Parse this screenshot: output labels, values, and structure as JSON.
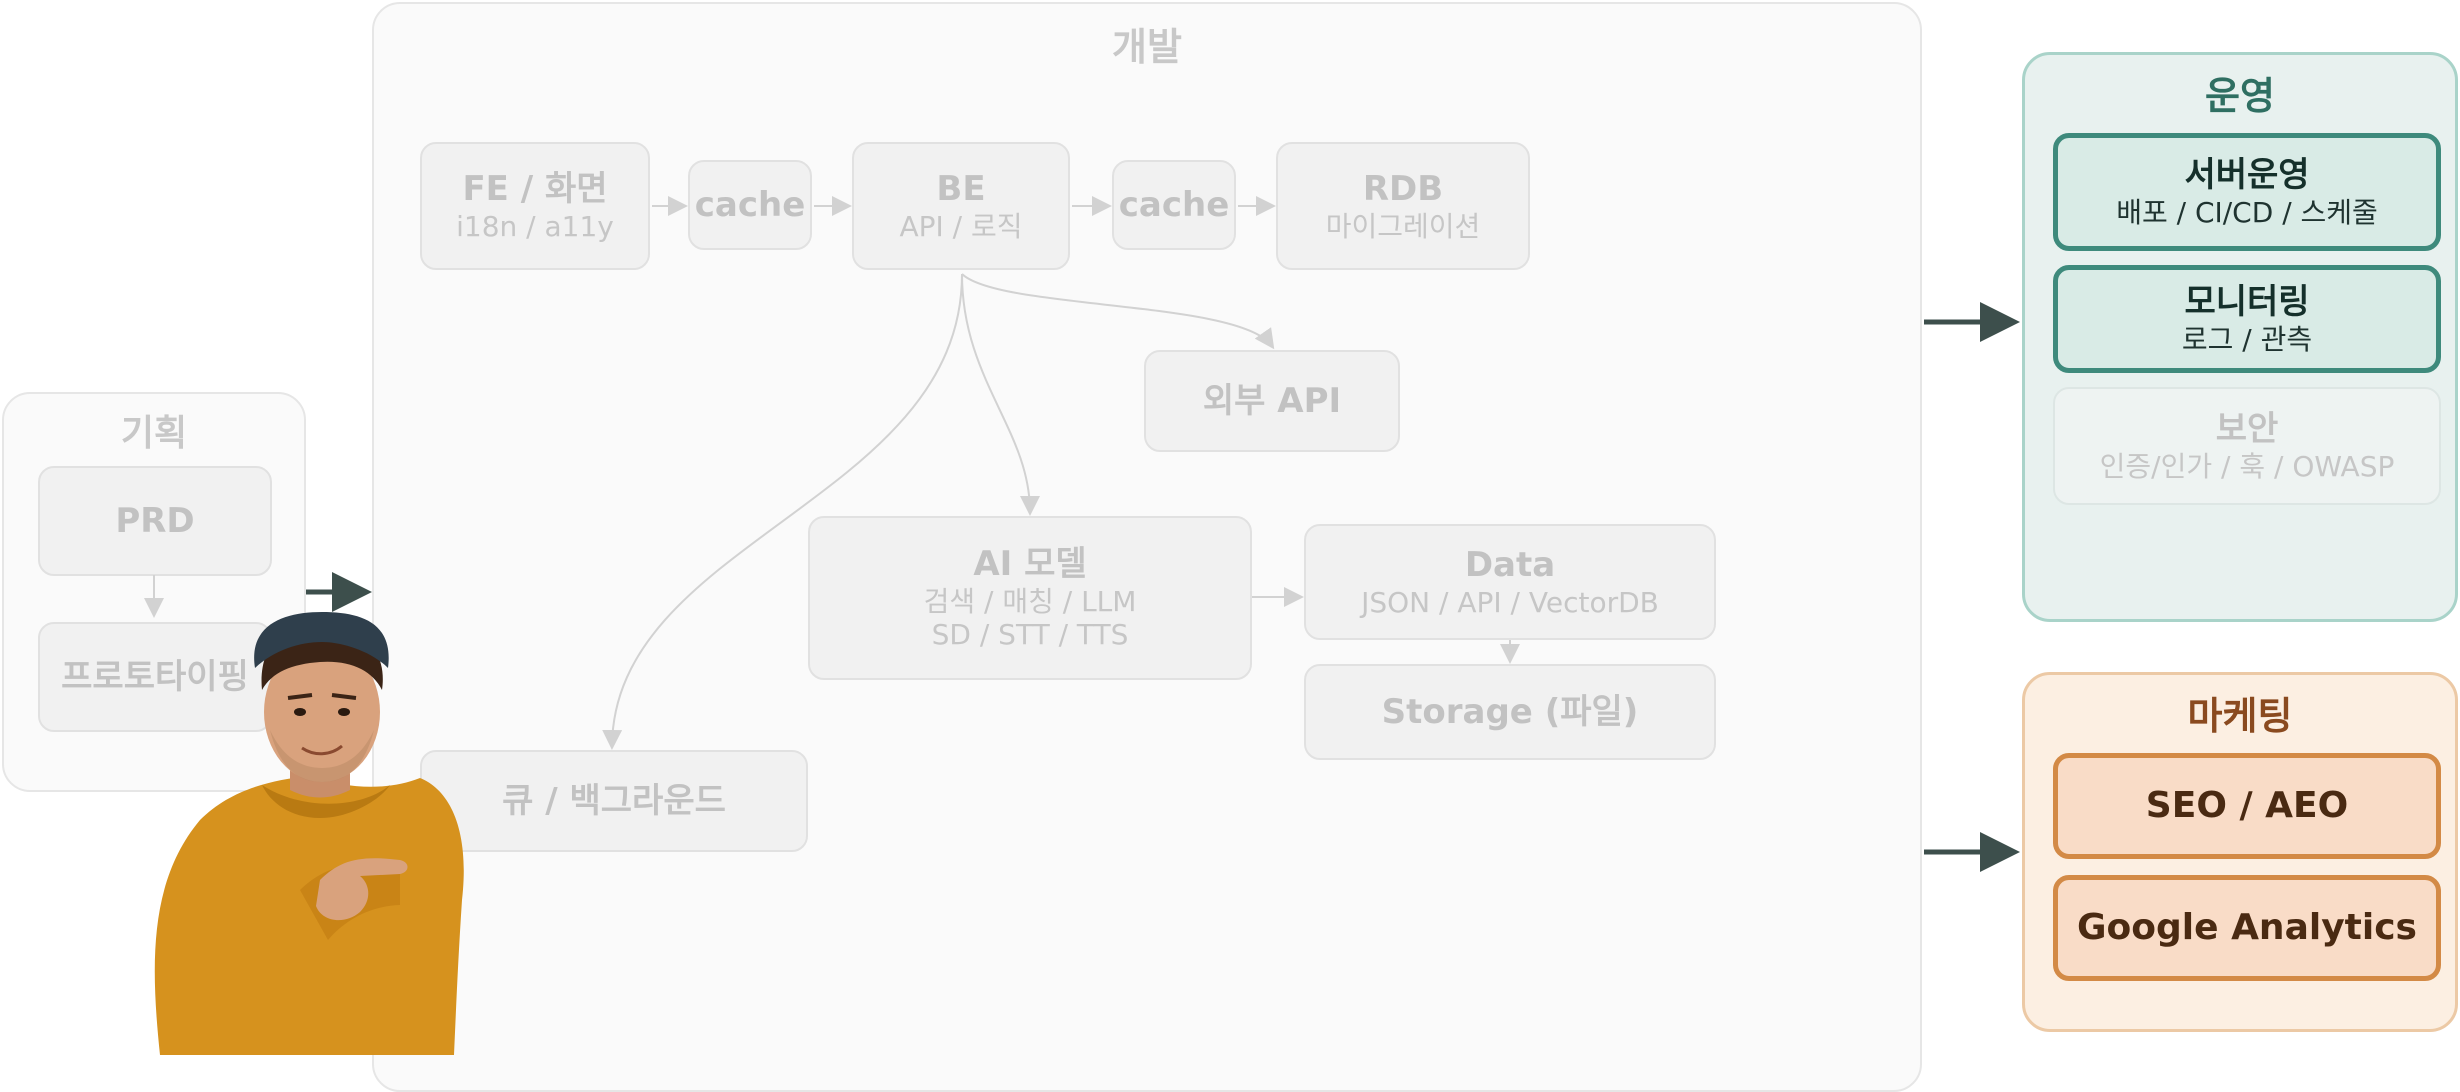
{
  "groups": {
    "plan": {
      "title": "기획",
      "nodes": [
        {
          "title": "PRD"
        },
        {
          "title": "프로토타이핑"
        }
      ]
    },
    "dev": {
      "title": "개발",
      "nodes": {
        "fe": {
          "title": "FE / 화면",
          "sub": "i18n / a11y"
        },
        "cache1": {
          "title": "cache"
        },
        "be": {
          "title": "BE",
          "sub": "API / 로직"
        },
        "cache2": {
          "title": "cache"
        },
        "rdb": {
          "title": "RDB",
          "sub": "마이그레이션"
        },
        "external_api": {
          "title": "외부 API"
        },
        "ai": {
          "title": "AI 모델",
          "sub": "검색 / 매칭 / LLM",
          "sub2": "SD / STT / TTS"
        },
        "data": {
          "title": "Data",
          "sub": "JSON / API / VectorDB"
        },
        "storage": {
          "title": "Storage (파일)"
        },
        "queue": {
          "title": "큐 / 백그라운드"
        }
      }
    },
    "ops": {
      "title": "운영",
      "nodes": [
        {
          "title": "서버운영",
          "sub": "배포 / CI/CD / 스케줄"
        },
        {
          "title": "모니터링",
          "sub": "로그 / 관측"
        },
        {
          "title": "보안",
          "sub": "인증/인가 / 훅 / OWASP"
        }
      ]
    },
    "marketing": {
      "title": "마케팅",
      "nodes": [
        {
          "title": "SEO / AEO"
        },
        {
          "title": "Google Analytics"
        }
      ]
    }
  },
  "colors": {
    "ops_accent": "#3e8a7c",
    "ops_title": "#2f6f62",
    "marketing_accent": "#d38a46",
    "marketing_title": "#8a4a1f",
    "dim_text": "#c4c4c4",
    "arrow_dark": "#3d4f4c"
  },
  "illustration": {
    "label": "character-pointing-right"
  }
}
